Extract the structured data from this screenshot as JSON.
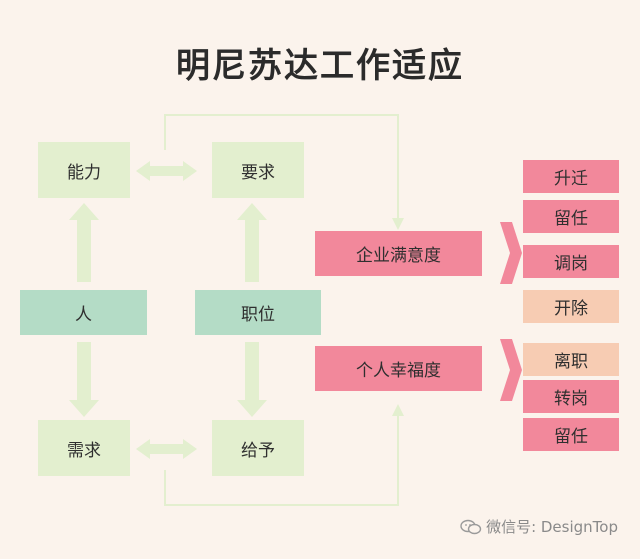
{
  "title": "明尼苏达工作适应",
  "nodes": {
    "ability": "能力",
    "demand": "要求",
    "person": "人",
    "position": "职位",
    "need": "需求",
    "give": "给予"
  },
  "results": {
    "company_satisfaction": "企业满意度",
    "personal_happiness": "个人幸福度"
  },
  "company_outcomes": [
    "升迁",
    "留任",
    "调岗",
    "开除"
  ],
  "personal_outcomes": [
    "离职",
    "转岗",
    "留任"
  ],
  "footer": {
    "watermark": "微信号: DesignTop"
  },
  "colors": {
    "green": "#e3efcf",
    "teal": "#b4dcc6",
    "pink": "#f2889b",
    "peach": "#f7ccb3",
    "background": "#fbf3ec"
  }
}
